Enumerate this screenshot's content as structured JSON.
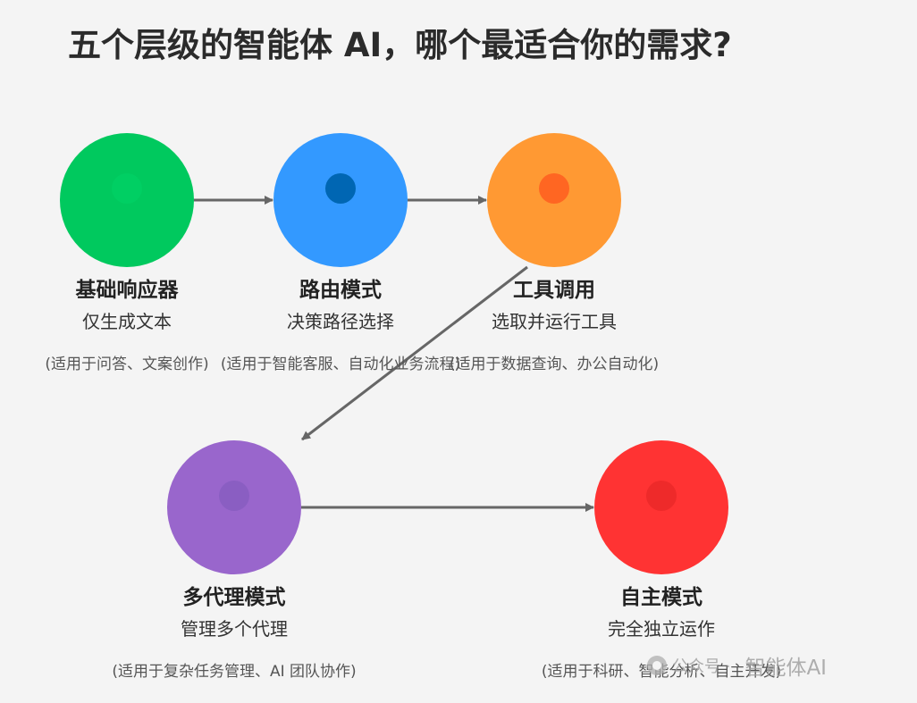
{
  "title": "五个层级的智能体 AI，哪个最适合你的需求?",
  "colors": {
    "arrow": "#666666",
    "background": "#f4f4f4"
  },
  "nodes": [
    {
      "id": "basic-responder",
      "title": "基础响应器",
      "subtitle": "仅生成文本",
      "note": "(适用于问答、文案创作)",
      "color": "#00c95e",
      "dot_color": "#00cf63"
    },
    {
      "id": "routing-mode",
      "title": "路由模式",
      "subtitle": "决策路径选择",
      "note": "(适用于智能客服、自动化业务流程)",
      "color": "#3399ff",
      "dot_color": "#0066b3"
    },
    {
      "id": "tool-calling",
      "title": "工具调用",
      "subtitle": "选取并运行工具",
      "note": "(适用于数据查询、办公自动化)",
      "color": "#ff9933",
      "dot_color": "#ff6622"
    },
    {
      "id": "multi-agent",
      "title": "多代理模式",
      "subtitle": "管理多个代理",
      "note": "(适用于复杂任务管理、AI 团队协作)",
      "color": "#9966cc",
      "dot_color": "#8a5ec2"
    },
    {
      "id": "autonomous",
      "title": "自主模式",
      "subtitle": "完全独立运作",
      "note": "(适用于科研、智能分析、自主开发)",
      "color": "#ff3333",
      "dot_color": "#ee2a2a"
    }
  ],
  "watermark": {
    "prefix": "公众号 · ",
    "name": "智能体AI",
    "icon": "wechat-icon"
  }
}
